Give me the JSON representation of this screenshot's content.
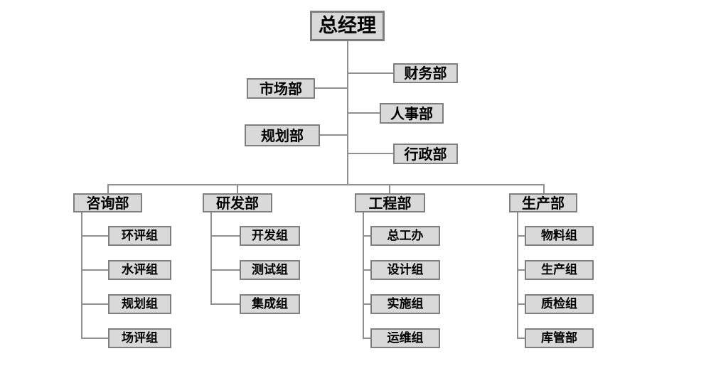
{
  "org": {
    "root": {
      "label": "总经理"
    },
    "staff_left": [
      {
        "label": "市场部"
      },
      {
        "label": "规划部"
      }
    ],
    "staff_right": [
      {
        "label": "财务部"
      },
      {
        "label": "人事部"
      },
      {
        "label": "行政部"
      }
    ],
    "departments": [
      {
        "label": "咨询部",
        "children": [
          {
            "label": "环评组"
          },
          {
            "label": "水评组"
          },
          {
            "label": "规划组"
          },
          {
            "label": "场评组"
          }
        ]
      },
      {
        "label": "研发部",
        "children": [
          {
            "label": "开发组"
          },
          {
            "label": "测试组"
          },
          {
            "label": "集成组"
          }
        ]
      },
      {
        "label": "工程部",
        "children": [
          {
            "label": "总工办"
          },
          {
            "label": "设计组"
          },
          {
            "label": "实施组"
          },
          {
            "label": "运维组"
          }
        ]
      },
      {
        "label": "生产部",
        "children": [
          {
            "label": "物料组"
          },
          {
            "label": "生产组"
          },
          {
            "label": "质检组"
          },
          {
            "label": "库管部"
          }
        ]
      }
    ]
  },
  "colors": {
    "background": "#ffffff",
    "box_fill": "#d9d9d9",
    "box_border": "#7f7f7f",
    "connector": "#8f8f8f",
    "text": "#000000"
  }
}
